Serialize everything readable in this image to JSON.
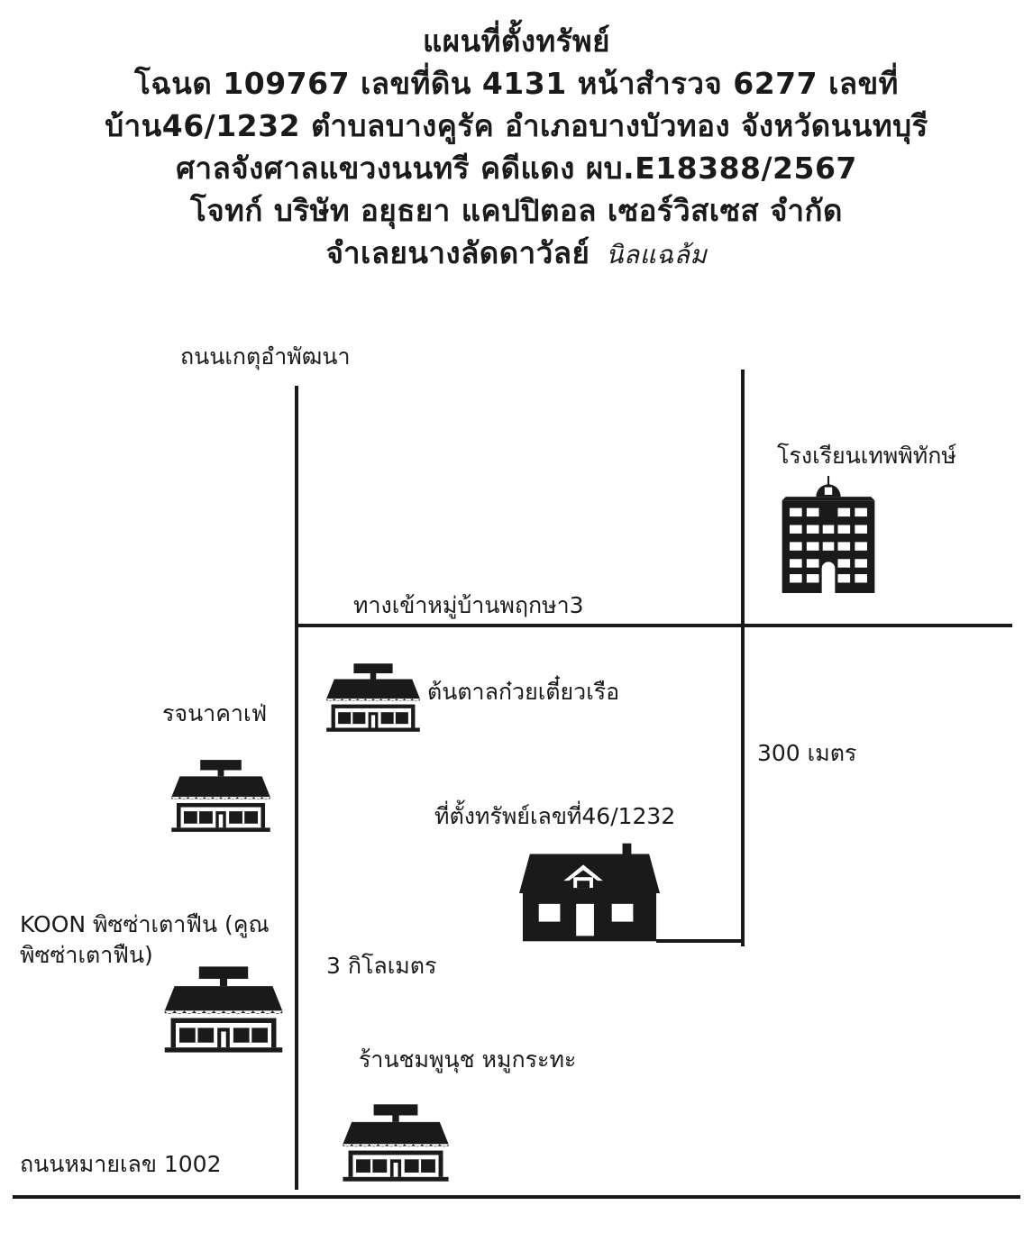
{
  "header": {
    "title": "แผนที่ตั้งทรัพย์",
    "line2": "โฉนด 109767 เลขที่ดิน 4131 หน้าสำรวจ 6277 เลขที่",
    "line3": "บ้าน46/1232 ตำบลบางคูรัค อำเภอบางบัวทอง จังหวัดนนทบุรี",
    "line4": "ศาลจังศาลแขวงนนทรี คดีแดง ผบ.E18388/2567",
    "line5": "โจทก์ บริษัท อยุธยา แคปปิตอล เซอร์วิสเซส จำกัด",
    "line6": "จำเลยนางลัดดาวัลย์",
    "signature": "นิลแฉล้ม"
  },
  "map": {
    "road_top_left": "ถนนเกตุอำพัฒนา",
    "road_bottom": "ถนนหมายเลข 1002",
    "village_entrance": "ทางเข้าหมู่บ้านพฤกษา3",
    "school": "โรงเรียนเทพพิทักษ์",
    "shop_noodle": "ต้นตาลก๋วยเตี๋ยวเรือ",
    "cafe": "รจนาคาเฟ่",
    "distance_300": "300 เมตร",
    "property": "ที่ตั้งทรัพย์เลขที่46/1232",
    "pizza_line1": "KOON พิซซ่าเตาฟืน (คูณ",
    "pizza_line2": "พิซซ่าเตาฟืน)",
    "distance_3km": "3 กิโลเมตร",
    "shabu": "ร้านชมพูนุช หมูกระทะ"
  }
}
